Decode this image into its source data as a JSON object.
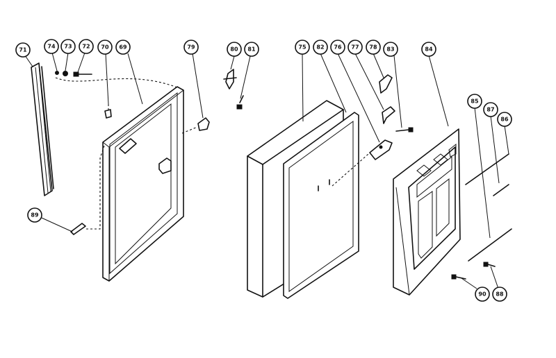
{
  "diagram": {
    "callouts": [
      {
        "id": "c71",
        "label": "71"
      },
      {
        "id": "c74",
        "label": "74"
      },
      {
        "id": "c73",
        "label": "73"
      },
      {
        "id": "c72",
        "label": "72"
      },
      {
        "id": "c70",
        "label": "70"
      },
      {
        "id": "c69a",
        "label": "69"
      },
      {
        "id": "c79",
        "label": "79"
      },
      {
        "id": "c80",
        "label": "80"
      },
      {
        "id": "c81",
        "label": "81"
      },
      {
        "id": "c75",
        "label": "75"
      },
      {
        "id": "c82",
        "label": "82"
      },
      {
        "id": "c76",
        "label": "76"
      },
      {
        "id": "c77",
        "label": "77"
      },
      {
        "id": "c78",
        "label": "78"
      },
      {
        "id": "c83",
        "label": "83"
      },
      {
        "id": "c84",
        "label": "84"
      },
      {
        "id": "c85",
        "label": "85"
      },
      {
        "id": "c87",
        "label": "87"
      },
      {
        "id": "c86",
        "label": "86"
      },
      {
        "id": "c89",
        "label": "89"
      },
      {
        "id": "c90",
        "label": "90"
      },
      {
        "id": "c88",
        "label": "88"
      }
    ]
  }
}
